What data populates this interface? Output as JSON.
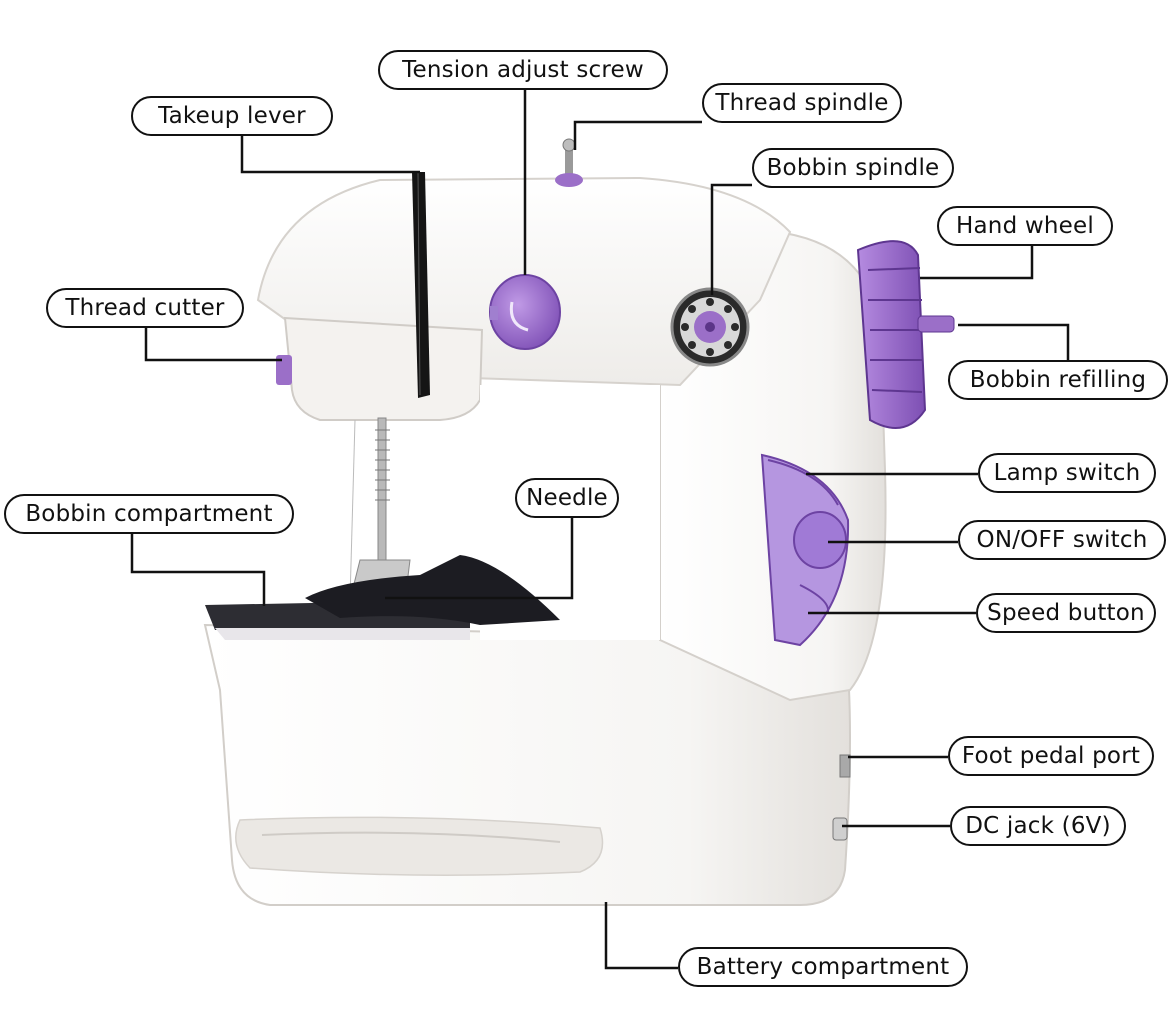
{
  "colors": {
    "body": "#f7f6f4",
    "shadow": "#dcd9d5",
    "accent": "#9b6fc8",
    "accent_dark": "#7a4fb0",
    "metal": "#b9b9b9",
    "fabric": "#1c1c22",
    "line": "#111111"
  },
  "labels": {
    "tension_adjust_screw": "Tension adjust screw",
    "thread_spindle": "Thread spindle",
    "takeup_lever": "Takeup lever",
    "bobbin_spindle": "Bobbin spindle",
    "hand_wheel": "Hand wheel",
    "thread_cutter": "Thread cutter",
    "bobbin_refilling": "Bobbin refilling",
    "lamp_switch": "Lamp switch",
    "needle": "Needle",
    "bobbin_compartment": "Bobbin compartment",
    "on_off_switch": "ON/OFF switch",
    "speed_button": "Speed button",
    "foot_pedal_port": "Foot pedal port",
    "dc_jack": "DC jack (6V)",
    "battery_compartment": "Battery compartment"
  }
}
